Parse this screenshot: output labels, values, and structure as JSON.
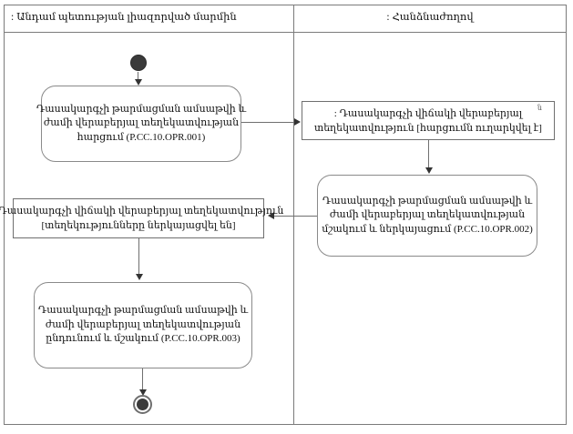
{
  "diagram": {
    "type": "uml-activity-diagram",
    "lanes": {
      "left": {
        "label": ": Անդամ պետության լիազորված մարմին"
      },
      "right": {
        "label": ": Հանձնաժողով"
      }
    },
    "nodes": {
      "activity_opr001": {
        "kind": "activity",
        "lines": [
          "Դասակարգչի թարմացման ամսաթվի և",
          "ժամի վերաբերյալ տեղեկատվության",
          "հարցում (P.CC.10.OPR.001)"
        ]
      },
      "object_request_sent": {
        "kind": "object",
        "lines": [
          ": Դասակարգչի վիճակի վերաբերյալ",
          "տեղեկատվություն [հարցումն ուղարկվել է]"
        ],
        "corner_mark": "ն"
      },
      "activity_opr002": {
        "kind": "activity",
        "lines": [
          "Դասակարգչի թարմացման ամսաթվի և",
          "ժամի վերաբերյալ տեղեկատվության",
          "մշակում և ներկայացում (P.CC.10.OPR.002)"
        ]
      },
      "object_info_submitted": {
        "kind": "object",
        "lines": [
          ": Դասակարգչի վիճակի վերաբերյալ տեղեկատվություն",
          "[տեղեկությունները ներկայացվել են]"
        ]
      },
      "activity_opr003": {
        "kind": "activity",
        "lines": [
          "Դասակարգչի թարմացման ամսաթվի և",
          "ժամի վերաբերյալ տեղեկատվության",
          "ընդունում և մշակում (P.CC.10.OPR.003)"
        ]
      },
      "start": {
        "kind": "initial-node"
      },
      "end": {
        "kind": "final-node"
      }
    },
    "colors": {
      "background": "#ffffff",
      "line": "#7b7b7b",
      "text": "#111111",
      "node_fill": "#3a3a3a"
    }
  }
}
